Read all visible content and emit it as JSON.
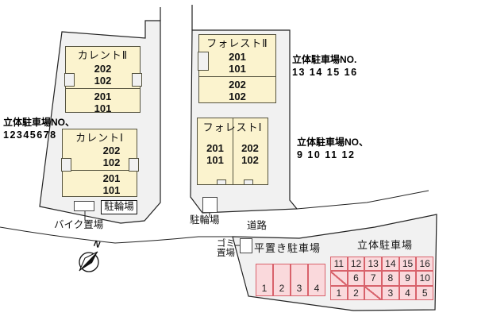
{
  "map": {
    "buildings": {
      "current2": {
        "name": "カレントⅡ",
        "rooms_upper": [
          "202",
          "102"
        ],
        "rooms_lower": [
          "201",
          "101"
        ]
      },
      "current1": {
        "name": "カレントⅠ",
        "rooms_upper": [
          "202",
          "102"
        ],
        "rooms_lower": [
          "201",
          "101"
        ]
      },
      "forest2": {
        "name": "フォレストⅡ",
        "rooms_upper": [
          "201",
          "101"
        ],
        "rooms_lower": [
          "202",
          "102"
        ]
      },
      "forest1": {
        "name": "フォレストⅠ",
        "rooms_left": [
          "201",
          "101"
        ],
        "rooms_right": [
          "202",
          "102"
        ]
      }
    },
    "annotations": {
      "left": {
        "title": "立体駐車場NO、",
        "numbers": "12345678"
      },
      "right_top": {
        "title": "立体駐車場NO.",
        "numbers": "13 14 15 16"
      },
      "right_mid": {
        "title": "立体駐車場NO、",
        "numbers": "9 10 11 12"
      }
    },
    "labels": {
      "bike_area": "バイク置場",
      "bicycle_left": "駐輪場",
      "bicycle_right": "駐輪場",
      "road": "道路",
      "garbage_l1": "ゴミ",
      "garbage_l2": "置場",
      "flat_parking": "平置き駐車場",
      "deck_parking": "立体駐車場",
      "north": "N"
    },
    "flat_stalls": [
      "1",
      "2",
      "3",
      "4"
    ],
    "deck_stalls": {
      "row1": [
        "11",
        "12",
        "13",
        "14",
        "15",
        "16"
      ],
      "row2": [
        "",
        "6",
        "7",
        "8",
        "9",
        "10"
      ],
      "row3": [
        "1",
        "2",
        "",
        "3",
        "4",
        "5"
      ]
    },
    "colors": {
      "building_fill": "#FBF3CE",
      "parcel_fill": "#F1F1F1",
      "stall_fill": "#FAD9DC",
      "stall_border": "#D8626B",
      "outline": "#222222"
    }
  }
}
